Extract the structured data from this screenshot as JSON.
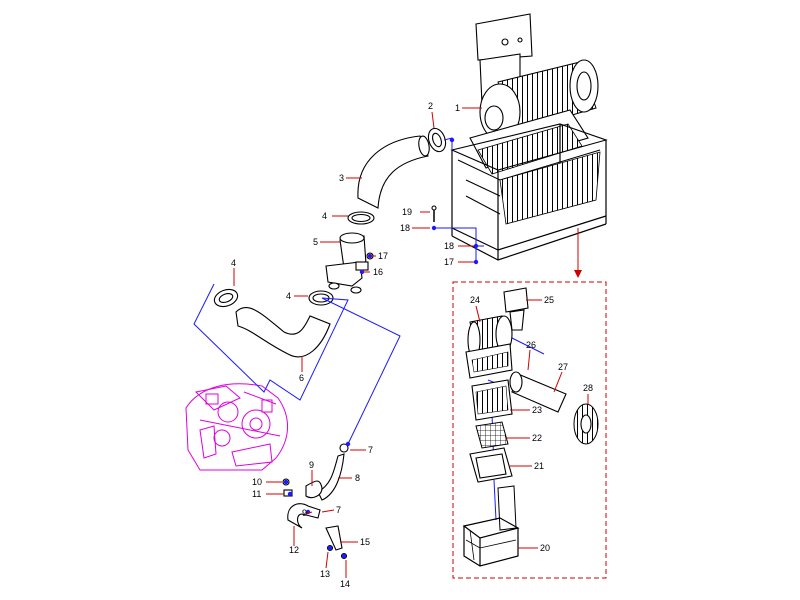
{
  "colors": {
    "line": "#000000",
    "leader": "#d00000",
    "link": "#1a1aff",
    "engine": "#e000e0",
    "detail_border": "#d00000"
  },
  "callouts": {
    "c1": "1",
    "c2": "2",
    "c3": "3",
    "c4a": "4",
    "c4b": "4",
    "c4c": "4",
    "c5": "5",
    "c6": "6",
    "c7a": "7",
    "c7b": "7",
    "c8": "8",
    "c9a": "9",
    "c9b": "9",
    "c10": "10",
    "c11": "11",
    "c12": "12",
    "c13": "13",
    "c14": "14",
    "c15": "15",
    "c16": "16",
    "c17a": "17",
    "c17b": "17",
    "c18a": "18",
    "c18b": "18",
    "c19": "19",
    "c20": "20",
    "c21": "21",
    "c22": "22",
    "c23": "23",
    "c24": "24",
    "c25": "25",
    "c26": "26",
    "c27": "27",
    "c28": "28"
  }
}
